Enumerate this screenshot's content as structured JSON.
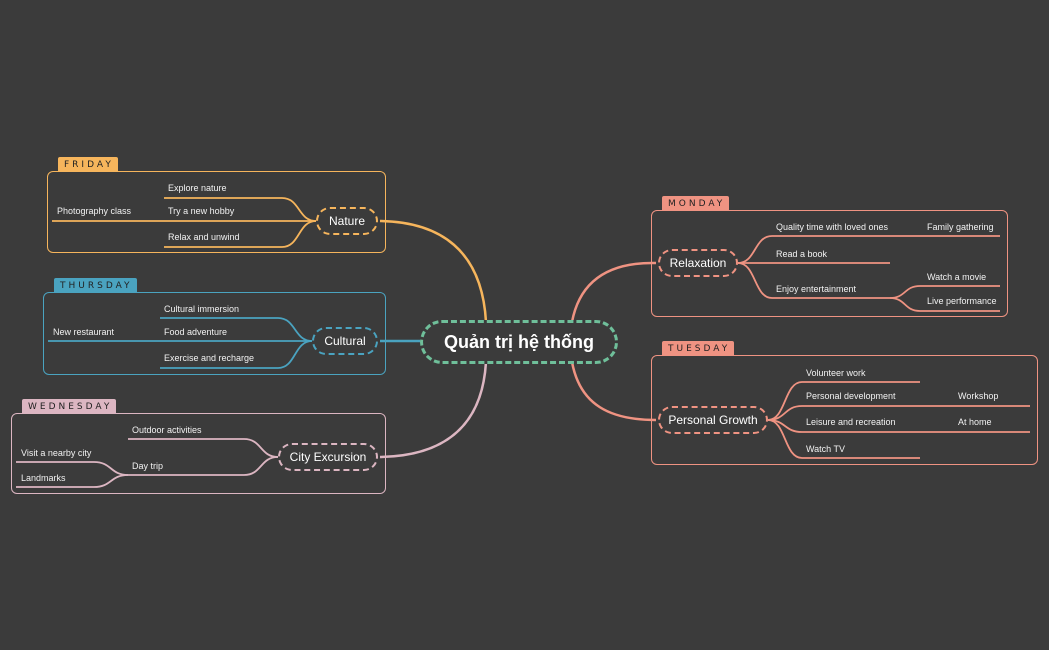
{
  "central": {
    "label": "Quản trị hệ thống",
    "color": "#6fbf9a"
  },
  "background": "#3b3b3b",
  "branches": [
    {
      "key": "friday",
      "tag": "FRIDAY",
      "topic": "Nature",
      "color": "#f6b55c",
      "subtopics": [
        "Explore nature",
        "Try a new hobby",
        "Relax and unwind"
      ],
      "details": [
        "Photography class"
      ]
    },
    {
      "key": "thursday",
      "tag": "THURSDAY",
      "topic": "Cultural",
      "color": "#4aa3c0",
      "subtopics": [
        "Cultural immersion",
        "Food adventure",
        "Exercise and recharge"
      ],
      "details": [
        "New restaurant"
      ]
    },
    {
      "key": "wednesday",
      "tag": "WEDNESDAY",
      "topic": "City Excursion",
      "color": "#dcb6c2",
      "subtopics": [
        "Outdoor activities",
        "Day trip"
      ],
      "details": [
        "Visit a nearby city",
        "Landmarks"
      ]
    },
    {
      "key": "monday",
      "tag": "MONDAY",
      "topic": "Relaxation",
      "color": "#ef9382",
      "subtopics": [
        "Quality time with loved ones",
        "Read a book",
        "Enjoy entertainment"
      ],
      "details": [
        "Family gathering",
        "Watch a movie",
        "Live performance"
      ]
    },
    {
      "key": "tuesday",
      "tag": "TUESDAY",
      "topic": "Personal Growth",
      "color": "#ef9382",
      "subtopics": [
        "Volunteer work",
        "Personal development",
        "Leisure and recreation",
        "Watch TV"
      ],
      "details": [
        "Workshop",
        "At home"
      ]
    }
  ]
}
